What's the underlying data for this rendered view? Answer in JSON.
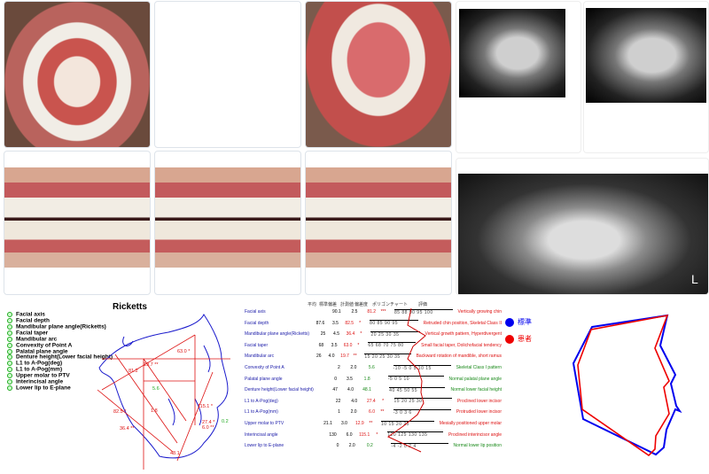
{
  "photos": [
    {
      "name": "upper-occlusal-photo",
      "style": "mouth-top"
    },
    {
      "name": "blank-photo-slot",
      "style": ""
    },
    {
      "name": "lower-occlusal-photo",
      "style": "mouth-tongue"
    },
    {
      "name": "right-buccal-photo",
      "style": "front"
    },
    {
      "name": "frontal-occlusion-photo",
      "style": "front"
    },
    {
      "name": "left-buccal-photo",
      "style": "front"
    }
  ],
  "xray_labels": {
    "panoramic_side": "L"
  },
  "ricketts": {
    "title": "Ricketts",
    "legend": [
      {
        "num": "1",
        "label": "Facial axis"
      },
      {
        "num": "2",
        "label": "Facial depth"
      },
      {
        "num": "3",
        "label": "Mandibular plane angle(Ricketts)"
      },
      {
        "num": "4",
        "label": "Facial taper"
      },
      {
        "num": "5",
        "label": "Mandibular arc"
      },
      {
        "num": "6",
        "label": "Convexity of Point A"
      },
      {
        "num": "7",
        "label": "Palatal plane angle"
      },
      {
        "num": "8",
        "label": "Denture height(Lower facial height)"
      },
      {
        "num": "9",
        "label": "L1 to A-Pog(deg)"
      },
      {
        "num": "10",
        "label": "L1 to A-Pog(mm)"
      },
      {
        "num": "11",
        "label": "Upper molar to PTV"
      },
      {
        "num": "12",
        "label": "Interincisal angle"
      },
      {
        "num": "13",
        "label": "Lower lip to E-plane"
      }
    ],
    "annotations": {
      "a1": "81.2",
      "a2": "82.5 *",
      "a3": "36.4 **",
      "a4": "63.0 *",
      "a5": "19.7 **",
      "a6": "5.6",
      "a7": "1.8",
      "a8": "48.1",
      "a9": "27.4 *",
      "a10": "6.0 **",
      "a12": "115.1 *",
      "a13": "0.2"
    }
  },
  "table": {
    "headers": {
      "mean": "平均",
      "sd": "標準偏差",
      "value": "計測値",
      "dev": "偏差度",
      "chart": "ポリゴンチャート",
      "note": "評価"
    },
    "rows": [
      {
        "label": "Facial axis",
        "mean": "90.1",
        "sd": "2.5",
        "value": "81.2",
        "stars": "***",
        "ticks": "85 88 90 95 100",
        "note": "Vertically growing chin",
        "ok": false
      },
      {
        "label": "Facial depth",
        "mean": "87.6",
        "sd": "3.5",
        "value": "82.5",
        "stars": "*",
        "ticks": "80 85 90 95",
        "note": "Retruded chin position, Skeletal Class II",
        "ok": false
      },
      {
        "label": "Mandibular plane angle(Ricketts)",
        "mean": "25",
        "sd": "4.5",
        "value": "36.4",
        "stars": "*",
        "ticks": "20 25 30 35",
        "note": "Vertical growth pattern, Hyperdivergent",
        "ok": false
      },
      {
        "label": "Facial taper",
        "mean": "68",
        "sd": "3.5",
        "value": "63.0",
        "stars": "*",
        "ticks": "65 68 70 75 80",
        "note": "Small facial taper, Dolichofacial tendency",
        "ok": false
      },
      {
        "label": "Mandibular arc",
        "mean": "26",
        "sd": "4.0",
        "value": "19.7",
        "stars": "**",
        "ticks": "15 20 25 30 35",
        "note": "Backward rotation of mandible, short ramus",
        "ok": false
      },
      {
        "label": "Convexity of Point A",
        "mean": "2",
        "sd": "2.0",
        "value": "5.6",
        "stars": "",
        "ticks": "-10 -5 0 5 10 15",
        "note": "Skeletal Class I pattern",
        "ok": true
      },
      {
        "label": "Palatal plane angle",
        "mean": "0",
        "sd": "3.5",
        "value": "1.8",
        "stars": "",
        "ticks": "-5 0 5 10",
        "note": "Normal palatal plane angle",
        "ok": true
      },
      {
        "label": "Denture height(Lower facial height)",
        "mean": "47",
        "sd": "4.0",
        "value": "48.1",
        "stars": "",
        "ticks": "40 45 50 55",
        "note": "Normal lower facial height",
        "ok": true
      },
      {
        "label": "L1 to A-Pog(deg)",
        "mean": "22",
        "sd": "4.0",
        "value": "27.4",
        "stars": "*",
        "ticks": "15 20 25 30",
        "note": "Proclined lower incisor",
        "ok": false
      },
      {
        "label": "L1 to A-Pog(mm)",
        "mean": "1",
        "sd": "2.0",
        "value": "6.0",
        "stars": "**",
        "ticks": "-3 0 3 6",
        "note": "Protruded lower incisor",
        "ok": false
      },
      {
        "label": "Upper molar to PTV",
        "mean": "21.1",
        "sd": "3.0",
        "value": "12.9",
        "stars": "**",
        "ticks": "10 15 20 25",
        "note": "Mesially positioned upper molar",
        "ok": false
      },
      {
        "label": "Interincisal angle",
        "mean": "130",
        "sd": "6.0",
        "value": "115.1",
        "stars": "*",
        "ticks": "120 125 130 135",
        "note": "Proclined interincisor angle",
        "ok": false
      },
      {
        "label": "Lower lip to E-plane",
        "mean": "0",
        "sd": "2.0",
        "value": "0.2",
        "stars": "",
        "ticks": "-4 -2 0 2 4",
        "note": "Normal lower lip position",
        "ok": true
      }
    ]
  },
  "legend": {
    "standard": "標準",
    "patient": "患者",
    "standard_color": "#0000ee",
    "patient_color": "#ee0000"
  }
}
